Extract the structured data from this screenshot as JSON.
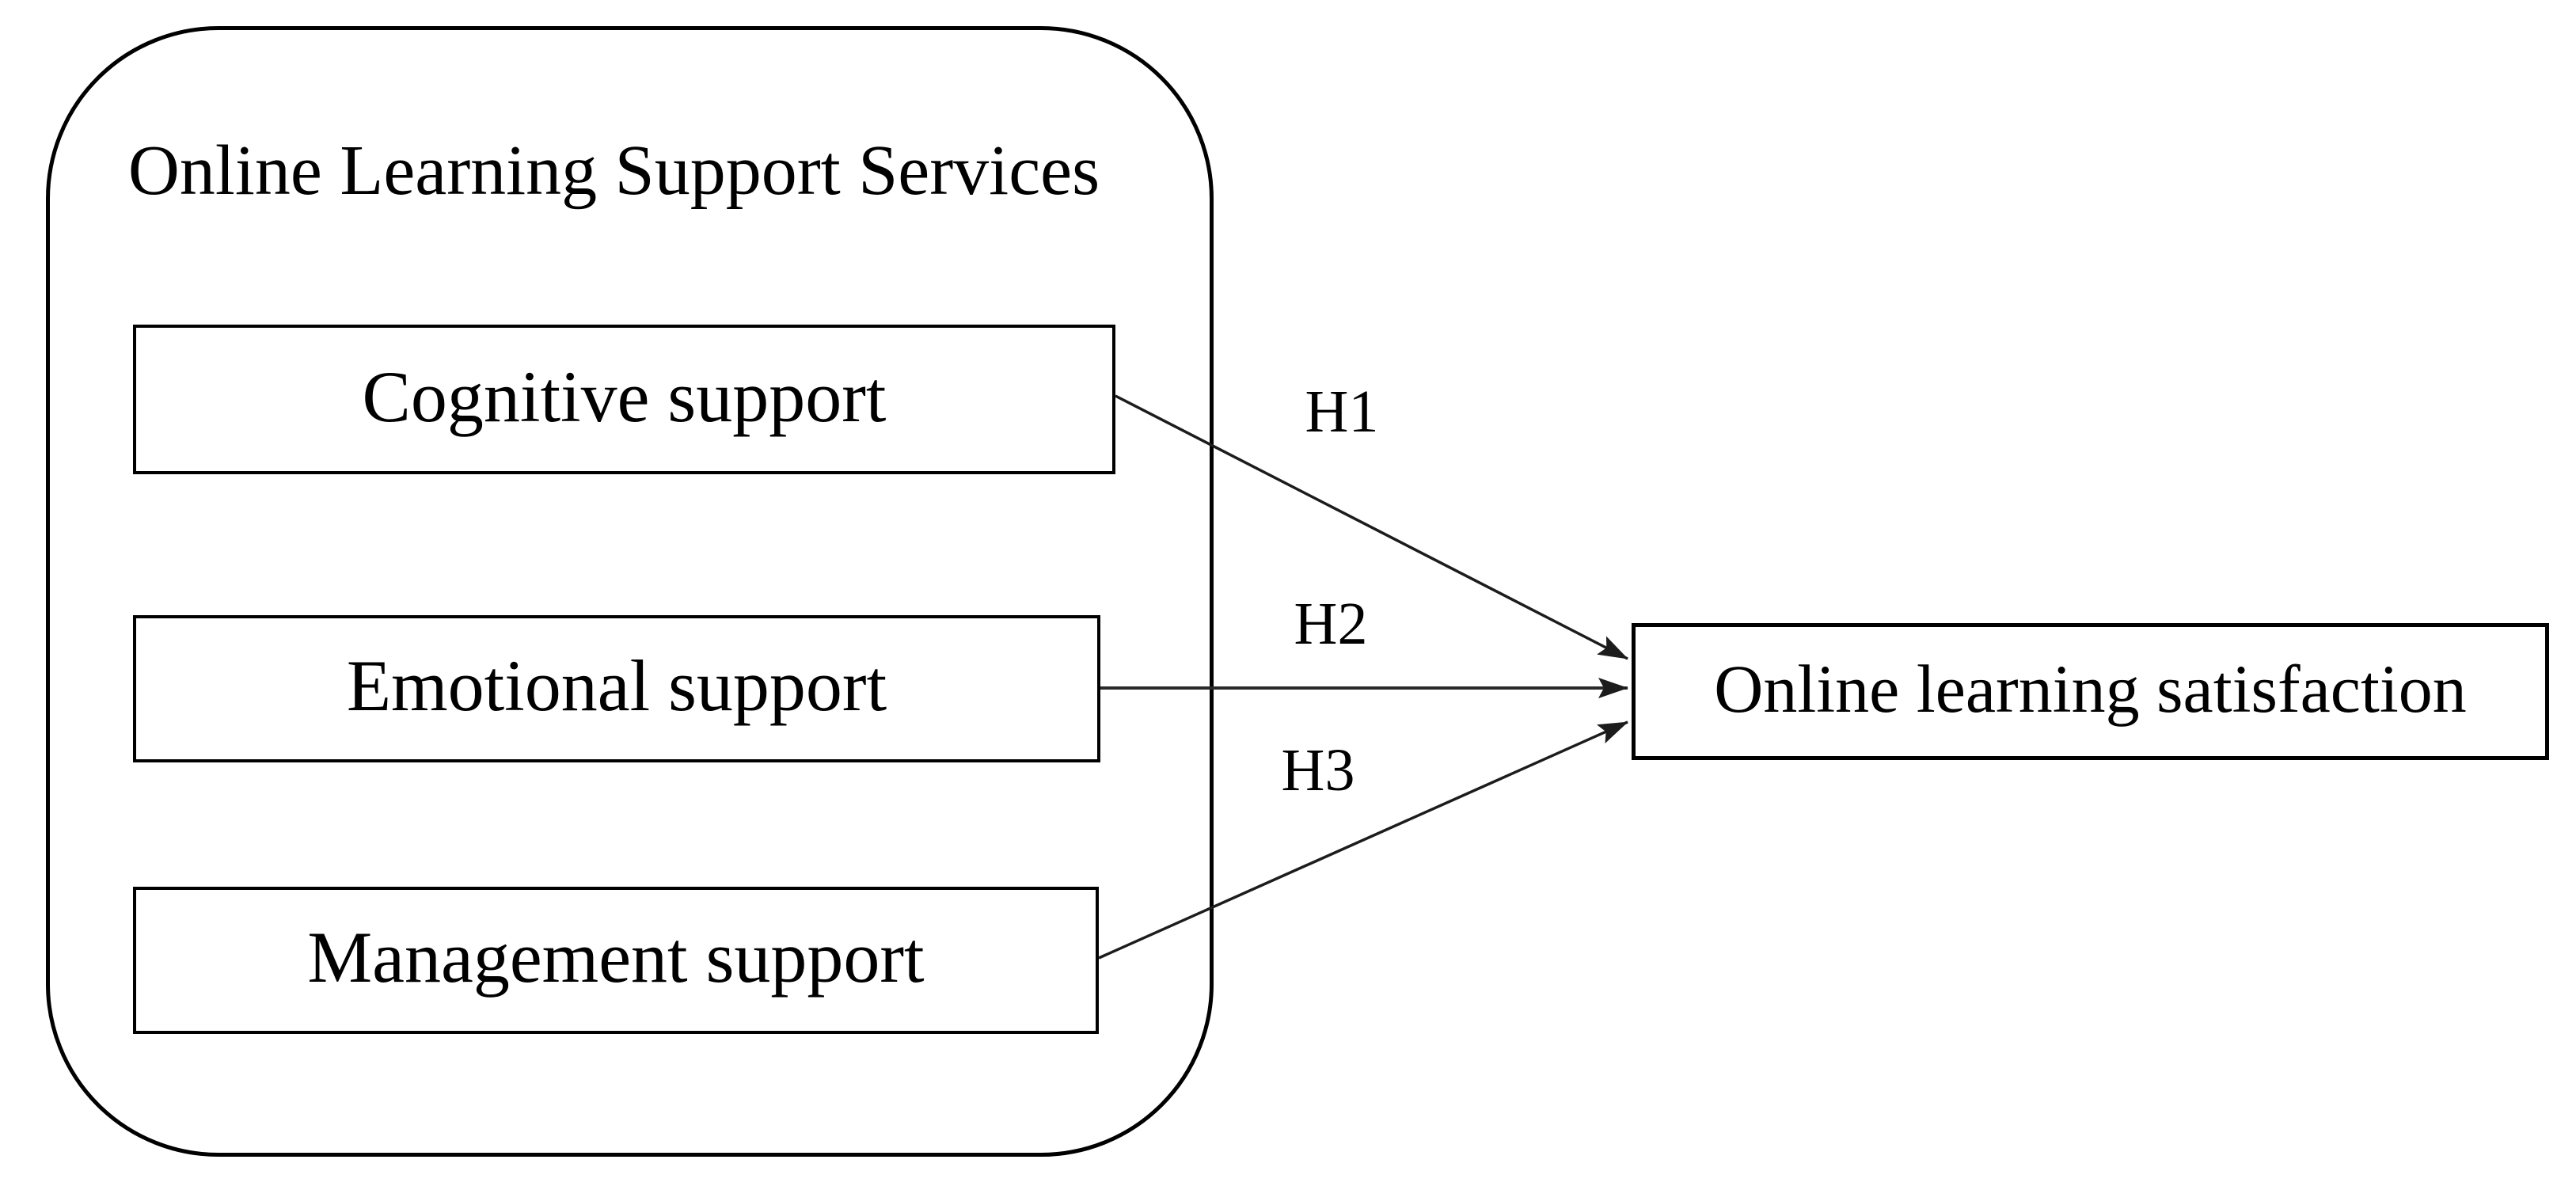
{
  "figure": {
    "group": {
      "title": "Online Learning Support Services"
    },
    "factors": [
      {
        "label": "Cognitive support"
      },
      {
        "label": "Emotional support"
      },
      {
        "label": "Management support"
      }
    ],
    "outcome": {
      "label": "Online learning satisfaction"
    },
    "hypotheses": [
      {
        "label": "H1",
        "from": "Cognitive support",
        "to": "Online learning satisfaction"
      },
      {
        "label": "H2",
        "from": "Emotional support",
        "to": "Online learning satisfaction"
      },
      {
        "label": "H3",
        "from": "Management support",
        "to": "Online learning satisfaction"
      }
    ],
    "colors": {
      "stroke": "#000000",
      "text": "#000000",
      "background": "#ffffff"
    }
  }
}
